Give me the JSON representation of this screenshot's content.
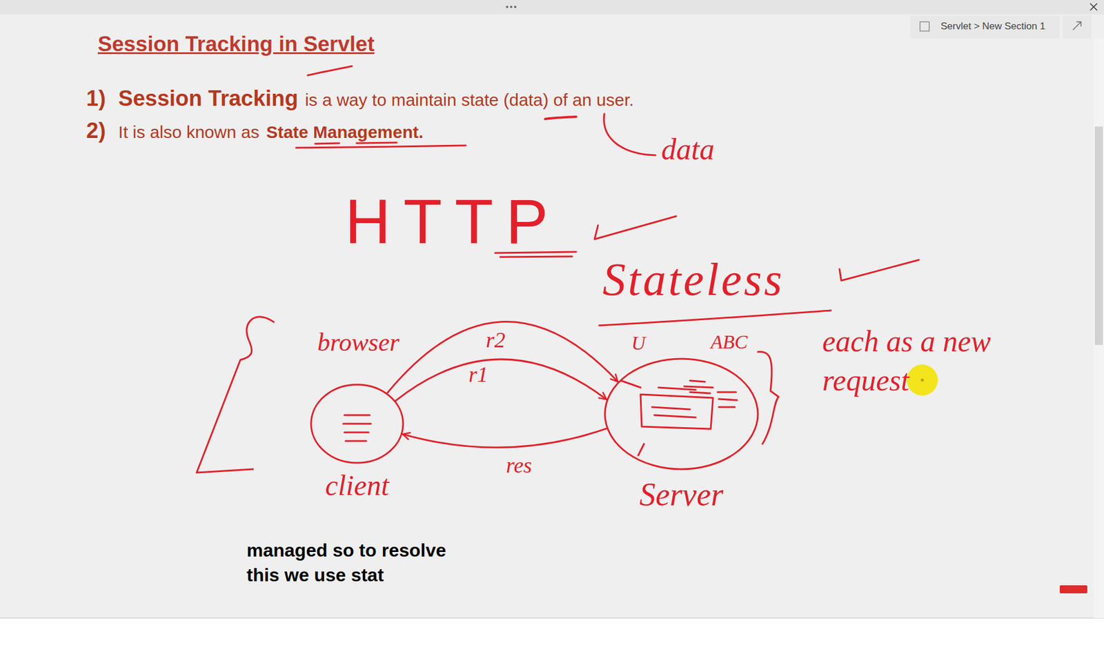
{
  "diagram": {
    "title": "Session Tracking in Servlet",
    "caption": "managed so to resolve this we use stat",
    "nodes": [
      {
        "text": [
          "client"
        ]
      },
      {
        "text": [
          "Server"
        ]
      }
    ],
    "edges": [
      {
        "from": 0,
        "to": 1,
        "arrow": "to",
        "label": "r1"
      },
      {
        "from": 0,
        "to": 1,
        "arrow": "to",
        "label": "r2"
      },
      {
        "from": 1,
        "to": 0,
        "arrow": "to",
        "label": "res"
      }
    ],
    "labels": [
      "1)",
      "Session Tracking",
      "is a way to maintain state (data) of an user.",
      "2)",
      "It is also known as",
      "State Management.",
      "data",
      "HTTP",
      "Stateless",
      "browser",
      "U",
      "ABC",
      "each as a new request",
      "Servlet > New Section 1"
    ]
  }
}
